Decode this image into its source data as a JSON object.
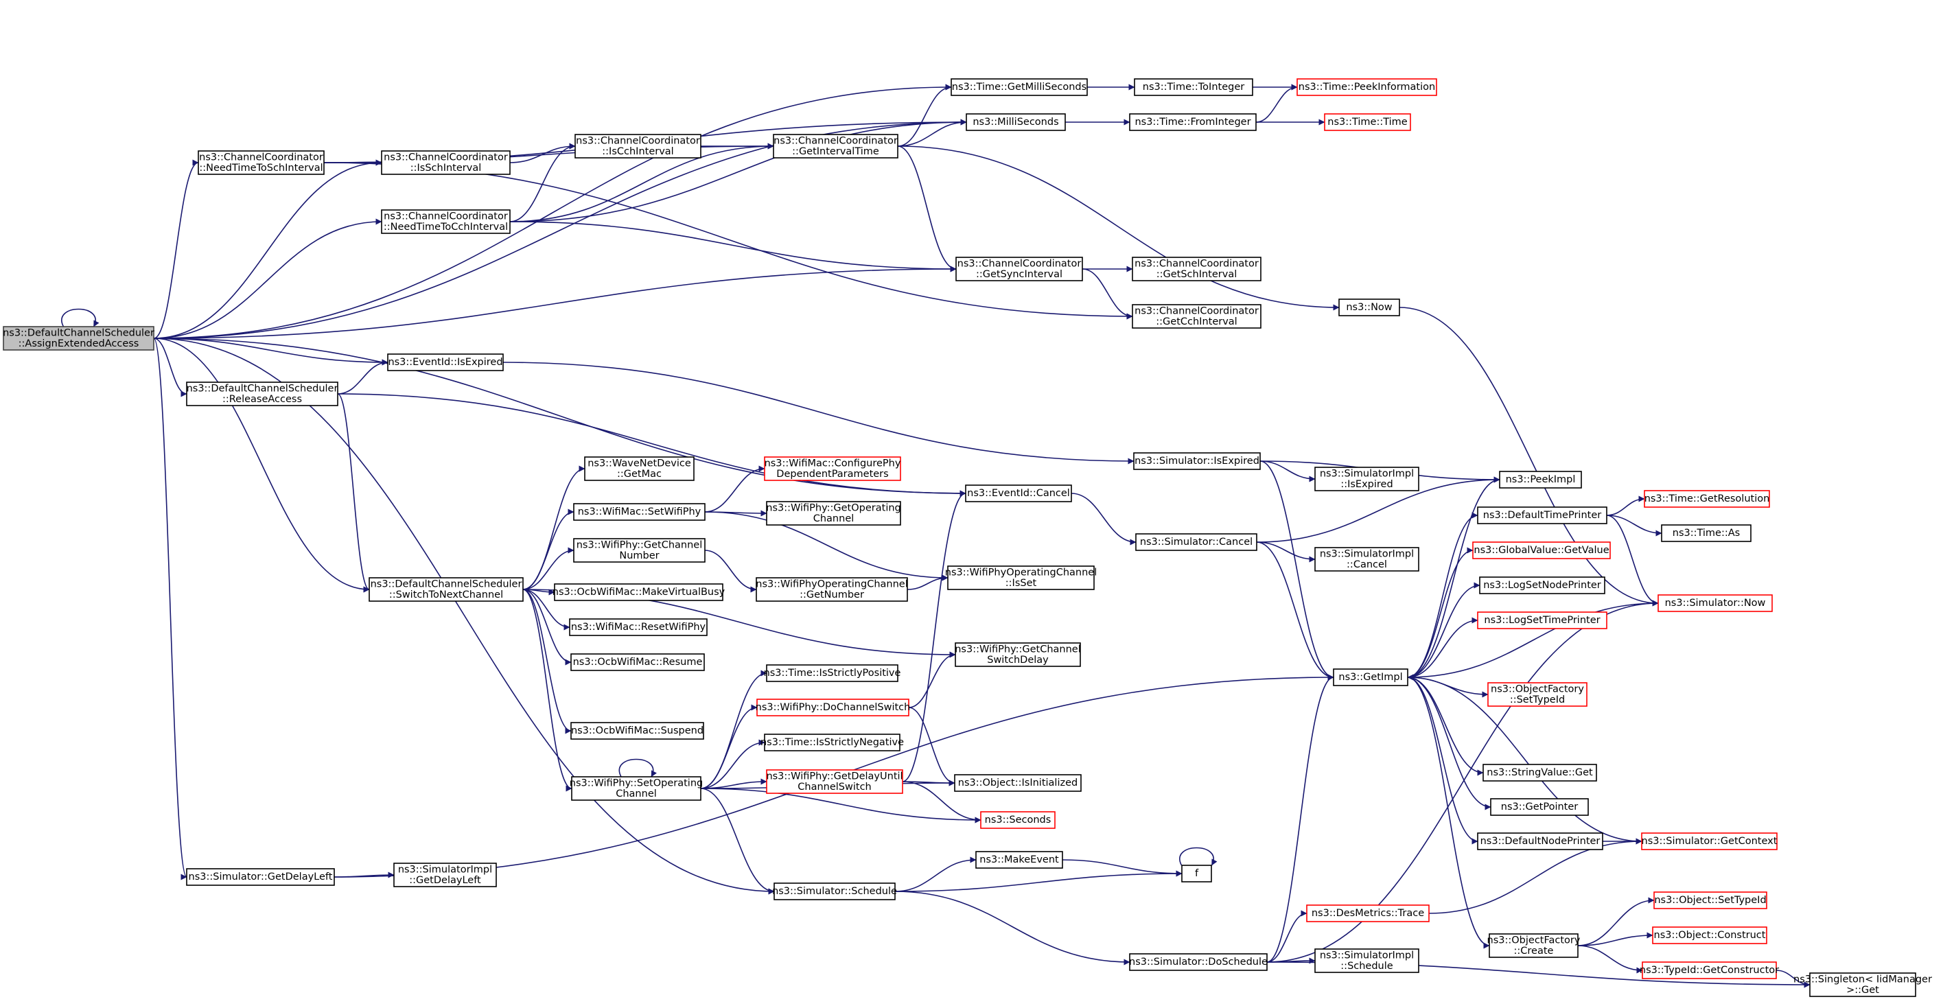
{
  "title": "",
  "colors": {
    "edge": "#191970",
    "node_border": "#000000",
    "node_border_external": "#ff0000",
    "root_fill": "#bfbfbf"
  },
  "nodes": [
    {
      "id": "root",
      "lines": [
        "ns3::DefaultChannelScheduler",
        "::AssignExtendedAccess"
      ],
      "style": "root"
    },
    {
      "id": "nttsi",
      "lines": [
        "ns3::ChannelCoordinator",
        "::NeedTimeToSchInterval"
      ]
    },
    {
      "id": "issch",
      "lines": [
        "ns3::ChannelCoordinator",
        "::IsSchInterval"
      ]
    },
    {
      "id": "iscch",
      "lines": [
        "ns3::ChannelCoordinator",
        "::IsCchInterval"
      ]
    },
    {
      "id": "getint",
      "lines": [
        "ns3::ChannelCoordinator",
        "::GetIntervalTime"
      ]
    },
    {
      "id": "nttci",
      "lines": [
        "ns3::ChannelCoordinator",
        "::NeedTimeToCchInterval"
      ]
    },
    {
      "id": "getms",
      "lines": [
        "ns3::Time::GetMilliSeconds"
      ]
    },
    {
      "id": "ms",
      "lines": [
        "ns3::MilliSeconds"
      ]
    },
    {
      "id": "toint",
      "lines": [
        "ns3::Time::ToInteger"
      ]
    },
    {
      "id": "fromint",
      "lines": [
        "ns3::Time::FromInteger"
      ]
    },
    {
      "id": "peekinfo",
      "lines": [
        "ns3::Time::PeekInformation"
      ],
      "style": "red"
    },
    {
      "id": "time",
      "lines": [
        "ns3::Time::Time"
      ],
      "style": "red"
    },
    {
      "id": "sync",
      "lines": [
        "ns3::ChannelCoordinator",
        "::GetSyncInterval"
      ]
    },
    {
      "id": "getsch",
      "lines": [
        "ns3::ChannelCoordinator",
        "::GetSchInterval"
      ]
    },
    {
      "id": "getcch",
      "lines": [
        "ns3::ChannelCoordinator",
        "::GetCchInterval"
      ]
    },
    {
      "id": "now",
      "lines": [
        "ns3::Now"
      ]
    },
    {
      "id": "expired",
      "lines": [
        "ns3::EventId::IsExpired"
      ]
    },
    {
      "id": "release",
      "lines": [
        "ns3::DefaultChannelScheduler",
        "::ReleaseAccess"
      ]
    },
    {
      "id": "simexp",
      "lines": [
        "ns3::Simulator::IsExpired"
      ]
    },
    {
      "id": "implexp",
      "lines": [
        "ns3::SimulatorImpl",
        "::IsExpired"
      ]
    },
    {
      "id": "peekimpl",
      "lines": [
        "ns3::PeekImpl"
      ]
    },
    {
      "id": "getmac",
      "lines": [
        "ns3::WaveNetDevice",
        "::GetMac"
      ]
    },
    {
      "id": "config",
      "lines": [
        "ns3::WifiMac::ConfigurePhy",
        "DependentParameters"
      ],
      "style": "red"
    },
    {
      "id": "setwifiphy",
      "lines": [
        "ns3::WifiMac::SetWifiPhy"
      ]
    },
    {
      "id": "getop",
      "lines": [
        "ns3::WifiPhy::GetOperating",
        "Channel"
      ]
    },
    {
      "id": "cancel",
      "lines": [
        "ns3::EventId::Cancel"
      ]
    },
    {
      "id": "simcancel",
      "lines": [
        "ns3::Simulator::Cancel"
      ]
    },
    {
      "id": "implcancel",
      "lines": [
        "ns3::SimulatorImpl",
        "::Cancel"
      ]
    },
    {
      "id": "dtp",
      "lines": [
        "ns3::DefaultTimePrinter"
      ]
    },
    {
      "id": "getres",
      "lines": [
        "ns3::Time::GetResolution"
      ],
      "style": "red"
    },
    {
      "id": "as",
      "lines": [
        "ns3::Time::As"
      ]
    },
    {
      "id": "gvget",
      "lines": [
        "ns3::GlobalValue::GetValue"
      ],
      "style": "red"
    },
    {
      "id": "getchnum",
      "lines": [
        "ns3::WifiPhy::GetChannel",
        "Number"
      ]
    },
    {
      "id": "switch",
      "lines": [
        "ns3::DefaultChannelScheduler",
        "::SwitchToNextChannel"
      ]
    },
    {
      "id": "makevb",
      "lines": [
        "ns3::OcbWifiMac::MakeVirtualBusy"
      ]
    },
    {
      "id": "getnum",
      "lines": [
        "ns3::WifiPhyOperatingChannel",
        "::GetNumber"
      ]
    },
    {
      "id": "isset",
      "lines": [
        "ns3::WifiPhyOperatingChannel",
        "::IsSet"
      ]
    },
    {
      "id": "lsnp",
      "lines": [
        "ns3::LogSetNodePrinter"
      ]
    },
    {
      "id": "simnow",
      "lines": [
        "ns3::Simulator::Now"
      ],
      "style": "red"
    },
    {
      "id": "resetphy",
      "lines": [
        "ns3::WifiMac::ResetWifiPhy"
      ]
    },
    {
      "id": "lstp",
      "lines": [
        "ns3::LogSetTimePrinter"
      ],
      "style": "red"
    },
    {
      "id": "resume",
      "lines": [
        "ns3::OcbWifiMac::Resume"
      ]
    },
    {
      "id": "chsd",
      "lines": [
        "ns3::WifiPhy::GetChannel",
        "SwitchDelay"
      ]
    },
    {
      "id": "strictpos",
      "lines": [
        "ns3::Time::IsStrictlyPositive"
      ]
    },
    {
      "id": "getimpl",
      "lines": [
        "ns3::GetImpl"
      ]
    },
    {
      "id": "ofsti",
      "lines": [
        "ns3::ObjectFactory",
        "::SetTypeId"
      ],
      "style": "red"
    },
    {
      "id": "dochsw",
      "lines": [
        "ns3::WifiPhy::DoChannelSwitch"
      ],
      "style": "red"
    },
    {
      "id": "suspend",
      "lines": [
        "ns3::OcbWifiMac::Suspend"
      ]
    },
    {
      "id": "strictneg",
      "lines": [
        "ns3::Time::IsStrictlyNegative"
      ]
    },
    {
      "id": "svget",
      "lines": [
        "ns3::StringValue::Get"
      ]
    },
    {
      "id": "setop",
      "lines": [
        "ns3::WifiPhy::SetOperating",
        "Channel"
      ]
    },
    {
      "id": "delayuntil",
      "lines": [
        "ns3::WifiPhy::GetDelayUntil",
        "ChannelSwitch"
      ],
      "style": "red"
    },
    {
      "id": "isinit",
      "lines": [
        "ns3::Object::IsInitialized"
      ]
    },
    {
      "id": "getptr",
      "lines": [
        "ns3::GetPointer"
      ]
    },
    {
      "id": "seconds",
      "lines": [
        "ns3::Seconds"
      ],
      "style": "red"
    },
    {
      "id": "dnp",
      "lines": [
        "ns3::DefaultNodePrinter"
      ]
    },
    {
      "id": "getctx",
      "lines": [
        "ns3::Simulator::GetContext"
      ],
      "style": "red"
    },
    {
      "id": "makeevent",
      "lines": [
        "ns3::MakeEvent"
      ]
    },
    {
      "id": "f",
      "lines": [
        "f"
      ]
    },
    {
      "id": "getdl",
      "lines": [
        "ns3::Simulator::GetDelayLeft"
      ]
    },
    {
      "id": "impldl",
      "lines": [
        "ns3::SimulatorImpl",
        "::GetDelayLeft"
      ]
    },
    {
      "id": "schedule",
      "lines": [
        "ns3::Simulator::Schedule"
      ]
    },
    {
      "id": "trace",
      "lines": [
        "ns3::DesMetrics::Trace"
      ],
      "style": "red"
    },
    {
      "id": "objsti",
      "lines": [
        "ns3::Object::SetTypeId"
      ],
      "style": "red"
    },
    {
      "id": "construct",
      "lines": [
        "ns3::Object::Construct"
      ],
      "style": "red"
    },
    {
      "id": "create",
      "lines": [
        "ns3::ObjectFactory",
        "::Create"
      ]
    },
    {
      "id": "doschedule",
      "lines": [
        "ns3::Simulator::DoSchedule"
      ]
    },
    {
      "id": "implsched",
      "lines": [
        "ns3::SimulatorImpl",
        "::Schedule"
      ]
    },
    {
      "id": "getctor",
      "lines": [
        "ns3::TypeId::GetConstructor"
      ],
      "style": "red"
    },
    {
      "id": "singleton",
      "lines": [
        "ns3::Singleton< IidManager",
        ">::Get"
      ]
    }
  ],
  "edges": [
    [
      "root",
      "root"
    ],
    [
      "root",
      "nttsi"
    ],
    [
      "root",
      "issch"
    ],
    [
      "root",
      "nttci"
    ],
    [
      "root",
      "getms"
    ],
    [
      "root",
      "ms"
    ],
    [
      "root",
      "sync"
    ],
    [
      "root",
      "expired"
    ],
    [
      "root",
      "release"
    ],
    [
      "root",
      "cancel"
    ],
    [
      "root",
      "switch"
    ],
    [
      "root",
      "getdl"
    ],
    [
      "root",
      "schedule"
    ],
    [
      "nttsi",
      "issch"
    ],
    [
      "nttsi",
      "getint"
    ],
    [
      "nttsi",
      "ms"
    ],
    [
      "nttsi",
      "getcch"
    ],
    [
      "issch",
      "iscch"
    ],
    [
      "iscch",
      "getint"
    ],
    [
      "nttci",
      "iscch"
    ],
    [
      "nttci",
      "getint"
    ],
    [
      "nttci",
      "ms"
    ],
    [
      "nttci",
      "sync"
    ],
    [
      "getint",
      "getms"
    ],
    [
      "getint",
      "ms"
    ],
    [
      "getint",
      "sync"
    ],
    [
      "getint",
      "now"
    ],
    [
      "getms",
      "toint"
    ],
    [
      "toint",
      "peekinfo"
    ],
    [
      "ms",
      "fromint"
    ],
    [
      "fromint",
      "peekinfo"
    ],
    [
      "fromint",
      "time"
    ],
    [
      "sync",
      "getsch"
    ],
    [
      "sync",
      "getcch"
    ],
    [
      "now",
      "simnow"
    ],
    [
      "release",
      "expired"
    ],
    [
      "release",
      "cancel"
    ],
    [
      "release",
      "switch"
    ],
    [
      "expired",
      "simexp"
    ],
    [
      "simexp",
      "implexp"
    ],
    [
      "simexp",
      "peekimpl"
    ],
    [
      "simexp",
      "getimpl"
    ],
    [
      "cancel",
      "simcancel"
    ],
    [
      "simcancel",
      "implcancel"
    ],
    [
      "simcancel",
      "peekimpl"
    ],
    [
      "simcancel",
      "getimpl"
    ],
    [
      "switch",
      "getmac"
    ],
    [
      "switch",
      "setwifiphy"
    ],
    [
      "switch",
      "getchnum"
    ],
    [
      "switch",
      "makevb"
    ],
    [
      "switch",
      "resetphy"
    ],
    [
      "switch",
      "resume"
    ],
    [
      "switch",
      "chsd"
    ],
    [
      "switch",
      "suspend"
    ],
    [
      "switch",
      "setop"
    ],
    [
      "setwifiphy",
      "config"
    ],
    [
      "setwifiphy",
      "getop"
    ],
    [
      "setwifiphy",
      "isset"
    ],
    [
      "getchnum",
      "getnum"
    ],
    [
      "getnum",
      "isset"
    ],
    [
      "setop",
      "setop"
    ],
    [
      "setop",
      "strictpos"
    ],
    [
      "setop",
      "dochsw"
    ],
    [
      "setop",
      "strictneg"
    ],
    [
      "setop",
      "delayuntil"
    ],
    [
      "setop",
      "isinit"
    ],
    [
      "setop",
      "seconds"
    ],
    [
      "setop",
      "schedule"
    ],
    [
      "dochsw",
      "chsd"
    ],
    [
      "dochsw",
      "isinit"
    ],
    [
      "delayuntil",
      "cancel"
    ],
    [
      "delayuntil",
      "isinit"
    ],
    [
      "delayuntil",
      "seconds"
    ],
    [
      "schedule",
      "makeevent"
    ],
    [
      "schedule",
      "f"
    ],
    [
      "schedule",
      "doschedule"
    ],
    [
      "makeevent",
      "f"
    ],
    [
      "f",
      "f"
    ],
    [
      "getdl",
      "impldl"
    ],
    [
      "getdl",
      "getimpl"
    ],
    [
      "doschedule",
      "getimpl"
    ],
    [
      "doschedule",
      "simnow"
    ],
    [
      "doschedule",
      "trace"
    ],
    [
      "doschedule",
      "implsched"
    ],
    [
      "doschedule",
      "singleton"
    ],
    [
      "getimpl",
      "peekimpl"
    ],
    [
      "getimpl",
      "dtp"
    ],
    [
      "getimpl",
      "gvget"
    ],
    [
      "getimpl",
      "lsnp"
    ],
    [
      "getimpl",
      "lstp"
    ],
    [
      "getimpl",
      "ofsti"
    ],
    [
      "getimpl",
      "svget"
    ],
    [
      "getimpl",
      "getptr"
    ],
    [
      "getimpl",
      "dnp"
    ],
    [
      "getimpl",
      "create"
    ],
    [
      "dtp",
      "getres"
    ],
    [
      "dtp",
      "as"
    ],
    [
      "dtp",
      "simnow"
    ],
    [
      "simnow",
      "getimpl"
    ],
    [
      "dnp",
      "getctx"
    ],
    [
      "getctx",
      "getimpl"
    ],
    [
      "trace",
      "getctx"
    ],
    [
      "create",
      "objsti"
    ],
    [
      "create",
      "construct"
    ],
    [
      "create",
      "getctor"
    ],
    [
      "getctor",
      "singleton"
    ]
  ]
}
